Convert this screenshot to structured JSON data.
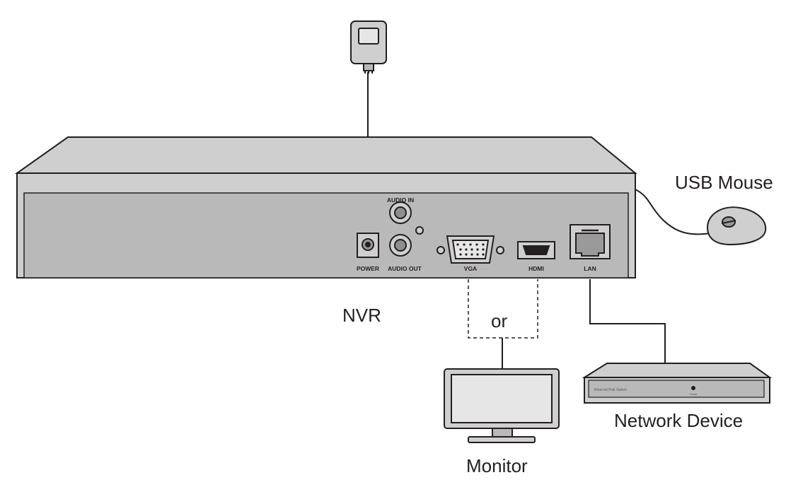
{
  "labels": {
    "usb_mouse": "USB Mouse",
    "nvr": "NVR",
    "or": "or",
    "monitor": "Monitor",
    "network_device": "Network Device"
  },
  "ports": {
    "power": "POWER",
    "audio_in": "AUDIO IN",
    "audio_out": "AUDIO OUT",
    "vga": "VGA",
    "hdmi": "HDMI",
    "lan": "LAN"
  },
  "switch": {
    "model_text": "Ethernet PoE Switch",
    "led_text": "Power"
  },
  "colors": {
    "device_fill": "#cfcfcf",
    "device_panel": "#b9b9b9",
    "outline": "#231f20",
    "screen_fill": "#e6e6e6"
  }
}
